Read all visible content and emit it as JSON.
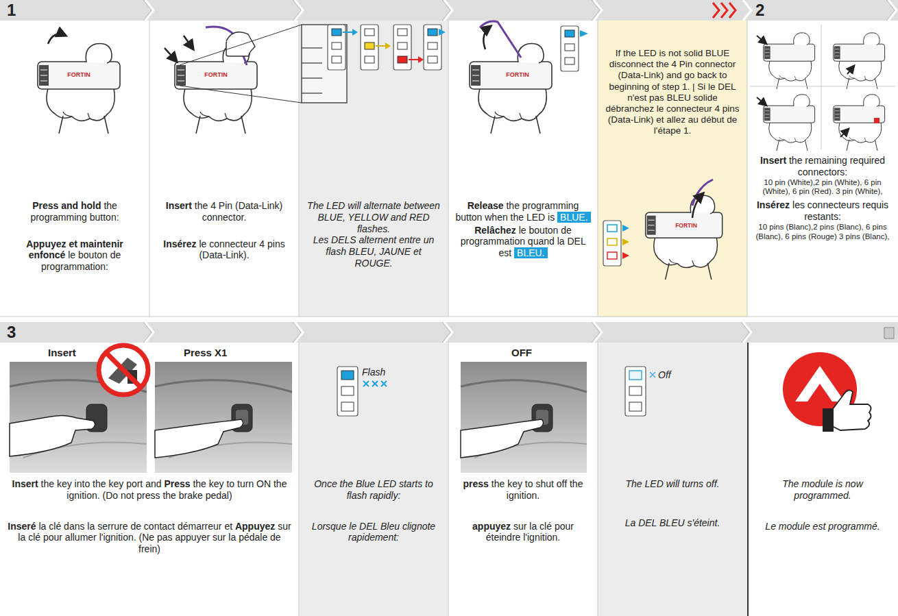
{
  "diagram": {
    "nodes": [
      {
        "text": [
          "Press and hold the programming button:",
          "Appuyez et maintenir enfoncé le bouton de programmation:"
        ]
      },
      {
        "text": [
          "Insert the 4 Pin (Data-Link) connector.",
          "Insérez le connecteur 4 pins (Data-Link)."
        ]
      },
      {
        "text": [
          "The LED will alternate between BLUE, YELLOW and RED flashes.",
          "Les DELS alternent entre un flash BLEU, JAUNE et ROUGE."
        ]
      },
      {
        "text": [
          "Release the programming button when the LED is BLUE.",
          "Relâchez le bouton de programmation quand la DEL est BLEU."
        ]
      },
      {
        "text": [
          "If the LED is not solid BLUE disconnect the 4 Pin connector (Data-Link) and go back to beginning of step 1. | Si le DEL n'est pas BLEU solide débranchez le connecteur 4 pins (Data-Link) et allez au début de l'étape 1."
        ]
      },
      {
        "text": [
          "Insert the remaining required connectors:",
          "10 pin (White),2 pin (White), 6 pin (White), 6 pin (Red). 3 pin (White),",
          "Insérez les connecteurs requis restants:",
          "10 pins (Blanc),2 pins (Blanc), 6 pins (Blanc), 6 pins (Rouge) 3 pins (Blanc),"
        ]
      },
      {
        "text": [
          "Insert the key into the key port and Press the key to turn ON the ignition. (Do not press the brake pedal)",
          "Inseré la clé dans la serrure de contact démarreur et Appuyez sur la clé pour allumer l'ignition. (Ne pas appuyer sur la pédale de frein)"
        ]
      },
      {
        "text": [
          "Once the Blue LED starts to flash rapidly:",
          "Lorsque le DEL Bleu clignote rapidement:"
        ]
      },
      {
        "text": [
          "press the key to shut off the ignition.",
          "appuyez sur la clé pour éteindre l'ignition."
        ]
      },
      {
        "text": [
          "The LED will turns off.",
          "La DEL BLEU s'éteint."
        ]
      },
      {
        "text": [
          "The module is now programmed.",
          "Le module est programmé."
        ]
      }
    ],
    "labels": [
      "1",
      "FORTIN",
      "FORTIN",
      "FORTIN",
      "FORTIN",
      "2",
      "3",
      "Insert",
      "Press X1",
      "Flash",
      "OFF",
      "Off"
    ]
  }
}
